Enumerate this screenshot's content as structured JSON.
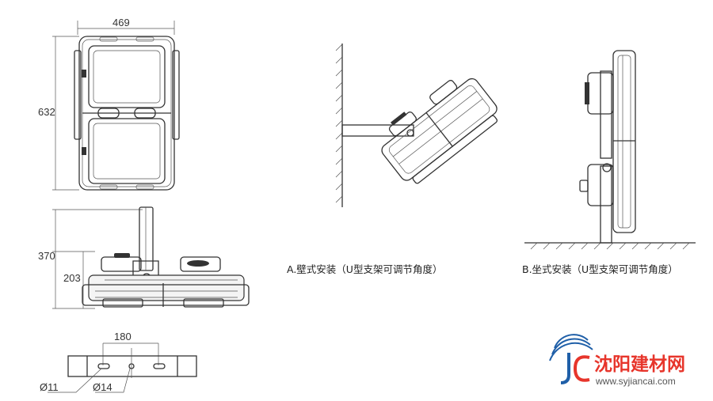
{
  "dimensions": {
    "front_width": "469",
    "front_height": "632",
    "side_total_height": "370",
    "side_mount_height": "203",
    "bracket_hole_spacing": "180",
    "hole_small_dia": "Ø11",
    "hole_center_dia": "Ø14"
  },
  "captions": {
    "wall_mount": "A.壁式安装（U型支架可调节角度）",
    "floor_mount": "B.坐式安装（U型支架可调节角度）"
  },
  "watermark": {
    "name": "沈阳建材网",
    "url": "www.syjiancai.com",
    "logo_letters": "JC"
  },
  "colors": {
    "line": "#333333",
    "logo_red": "#e7352b",
    "logo_blue": "#1f5fa8"
  }
}
